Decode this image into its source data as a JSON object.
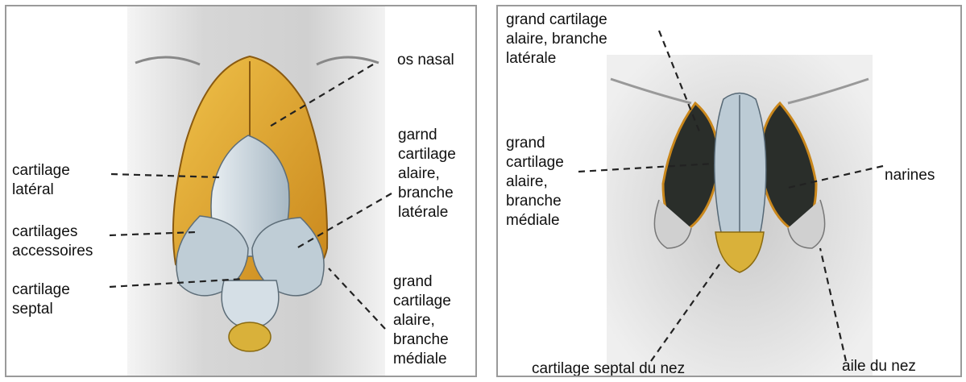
{
  "left_panel": {
    "labels": {
      "os_nasal": "os nasal",
      "cartilage_lateral": "cartilage\nlatéral",
      "cartilages_accessoires": "cartilages\naccessoires",
      "cartilage_septal": "cartilage\nseptal",
      "grand_cartilage_lateral": "garnd\ncartilage\nalaire,\nbranche\nlatérale",
      "grand_cartilage_medial": "grand\ncartilage\nalaire,\nbranche\nmédiale"
    }
  },
  "right_panel": {
    "labels": {
      "grand_cartilage_lateral": "grand cartilage\nalaire, branche\nlatérale",
      "grand_cartilage_medial": "grand\ncartilage\nalaire,\nbranche\nmédiale",
      "narines": "narines",
      "cartilage_septal_du_nez": "cartilage septal du nez",
      "aile_du_nez": "aile du nez"
    }
  },
  "colors": {
    "bone": "#e0a82e",
    "cartilage": "#c9d6de",
    "skin": "#d8d8d8",
    "nostril": "#2a2e2a"
  }
}
